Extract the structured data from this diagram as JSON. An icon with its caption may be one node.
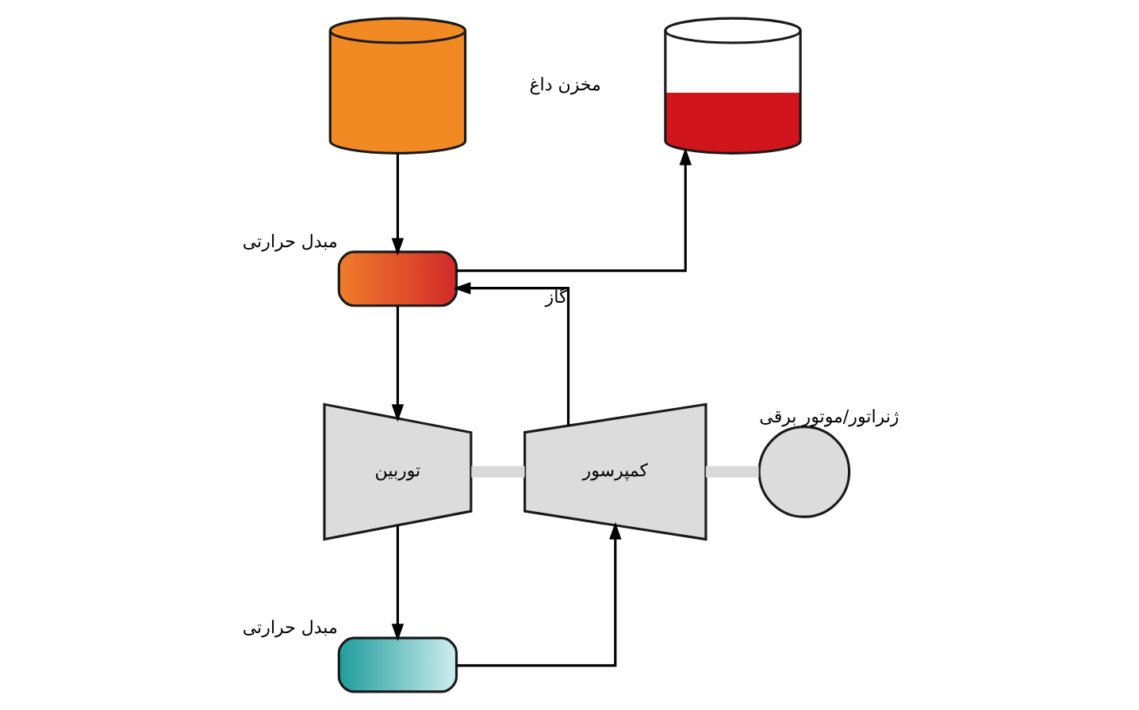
{
  "diagram": {
    "nodes": [
      {
        "text": [],
        "shape": "cylinder"
      },
      {
        "text": [],
        "shape": "cylinder"
      },
      {
        "text": [],
        "shape": "box",
        "beside": [
          "مبدل حرارتی"
        ]
      },
      {
        "text": [
          "توربین"
        ]
      },
      {
        "text": [
          "کمپرسور"
        ]
      },
      {
        "text": [],
        "shape": "circle",
        "beside": [
          "ژنراتور/موتور برقی"
        ]
      },
      {
        "text": [],
        "shape": "box",
        "beside": [
          "مبدل حرارتی"
        ]
      }
    ],
    "edges": [
      {
        "from": 0,
        "to": 2,
        "arrow": "to"
      },
      {
        "from": 2,
        "to": 1,
        "arrow": "to"
      },
      {
        "from": 2,
        "to": 3,
        "arrow": "to"
      },
      {
        "from": 4,
        "to": 2,
        "arrow": "to",
        "label": "گاز"
      },
      {
        "from": 3,
        "to": 4,
        "arrow": "none",
        "style": "thick",
        "color": "#d9d9d9"
      },
      {
        "from": 4,
        "to": 5,
        "arrow": "none",
        "style": "thick",
        "color": "#d9d9d9"
      },
      {
        "from": 3,
        "to": 6,
        "arrow": "to"
      },
      {
        "from": 6,
        "to": 4,
        "arrow": "to"
      }
    ],
    "labels": [
      "مخزن داغ"
    ]
  }
}
